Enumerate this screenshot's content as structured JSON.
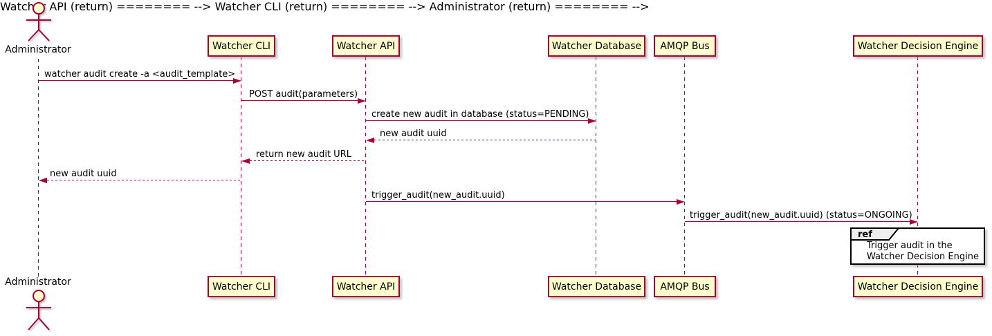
{
  "diagram_type": "sequence-diagram",
  "colors": {
    "accent_line": "#A80036",
    "participant_fill": "#FEFECE",
    "ref_fill": "#FFFFFF",
    "ref_tab_fill": "#EEEEEE",
    "ref_border": "#000000",
    "text": "#000000",
    "background": "#FFFFFF"
  },
  "actor": {
    "label": "Administrator"
  },
  "participants": {
    "watcher_cli": "Watcher CLI",
    "watcher_api": "Watcher API",
    "watcher_database": "Watcher Database",
    "amqp_bus": "AMQP Bus",
    "watcher_decision_engine": "Watcher Decision Engine"
  },
  "messages": {
    "m1": {
      "label": "watcher audit create -a <audit_template>",
      "from": "Administrator",
      "to": "Watcher CLI",
      "line": "solid"
    },
    "m2": {
      "label": "POST audit(parameters)",
      "from": "Watcher CLI",
      "to": "Watcher API",
      "line": "solid"
    },
    "m3": {
      "label": "create new audit in database (status=PENDING)",
      "from": "Watcher API",
      "to": "Watcher Database",
      "line": "solid"
    },
    "m4": {
      "label": "new audit uuid",
      "from": "Watcher Database",
      "to": "Watcher API",
      "line": "dashed"
    },
    "m5": {
      "label": "return new audit URL",
      "from": "Watcher API",
      "to": "Watcher CLI",
      "line": "dashed"
    },
    "m6": {
      "label": "new audit uuid",
      "from": "Watcher CLI",
      "to": "Administrator",
      "line": "dashed"
    },
    "m7": {
      "label": "trigger_audit(new_audit.uuid)",
      "from": "Watcher API",
      "to": "AMQP Bus",
      "line": "solid"
    },
    "m8": {
      "label": "trigger_audit(new_audit.uuid) (status=ONGOING)",
      "from": "AMQP Bus",
      "to": "Watcher Decision Engine",
      "line": "solid"
    }
  },
  "ref": {
    "keyword": "ref",
    "line1": "Trigger audit in the",
    "line2": "Watcher Decision Engine"
  }
}
